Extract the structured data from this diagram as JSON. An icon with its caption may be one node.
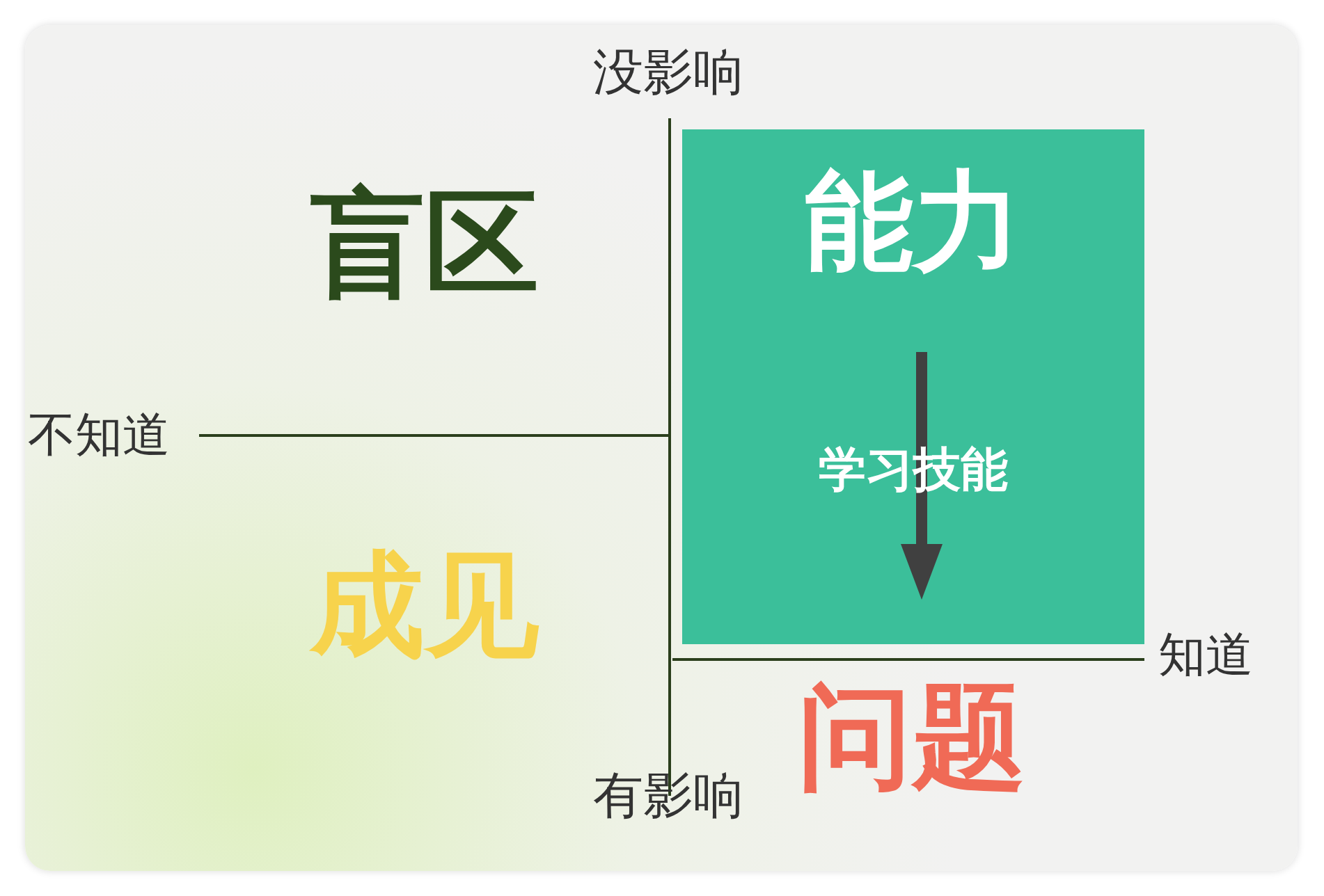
{
  "diagram": {
    "nodes": [
      {
        "text": [
          "能力",
          "学习技能"
        ]
      }
    ],
    "labels": [
      "没影响",
      "盲区",
      "不知道",
      "成见",
      "知道",
      "问题",
      "有影响"
    ]
  }
}
